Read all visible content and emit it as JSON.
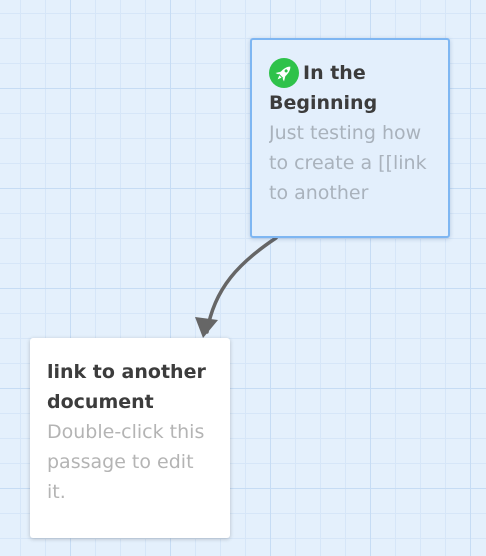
{
  "passages": [
    {
      "title": "In the Beginning",
      "excerpt": "Just testing how to create a [[link to another",
      "is_start": true,
      "start_icon": "rocket-icon",
      "start_icon_color": "#2ec24a"
    },
    {
      "title": "link to another document",
      "excerpt": "Double-click this passage to edit it.",
      "is_start": false
    }
  ],
  "links": [
    {
      "from": "In the Beginning",
      "to": "link to another document",
      "color": "#666666"
    }
  ],
  "colors": {
    "canvas": "#e4f0fc",
    "selected_border": "#7eb6f2",
    "title_text": "#3c3c3c",
    "excerpt_text": "#b4b4b4"
  }
}
